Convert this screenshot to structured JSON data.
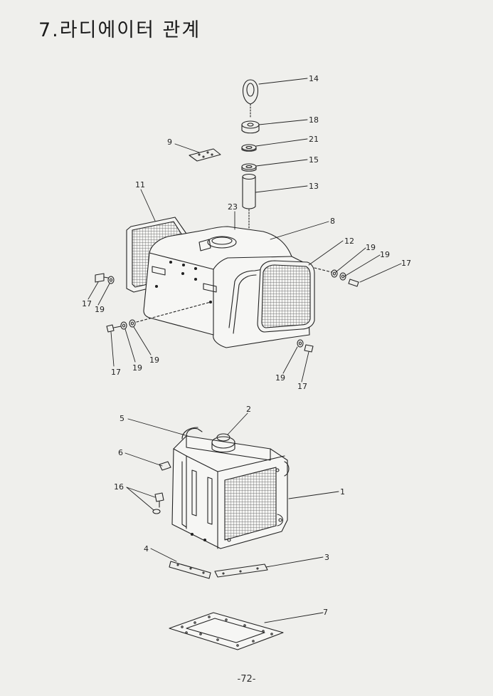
{
  "title": "7.라디에이터 관계",
  "page_number": "-72-",
  "callouts": {
    "c14": "14",
    "c18": "18",
    "c21": "21",
    "c15": "15",
    "c13": "13",
    "c9": "9",
    "c11": "11",
    "c23": "23",
    "c8": "8",
    "c12": "12",
    "c19a": "19",
    "c19b": "19",
    "c17a": "17",
    "c17b": "17",
    "c19c": "19",
    "c17c": "17",
    "c19d": "19",
    "c19e": "19",
    "c19f": "19",
    "c17d": "17",
    "c2": "2",
    "c5": "5",
    "c6": "6",
    "c16": "16",
    "c1": "1",
    "c4": "4",
    "c3": "3",
    "c7": "7"
  }
}
